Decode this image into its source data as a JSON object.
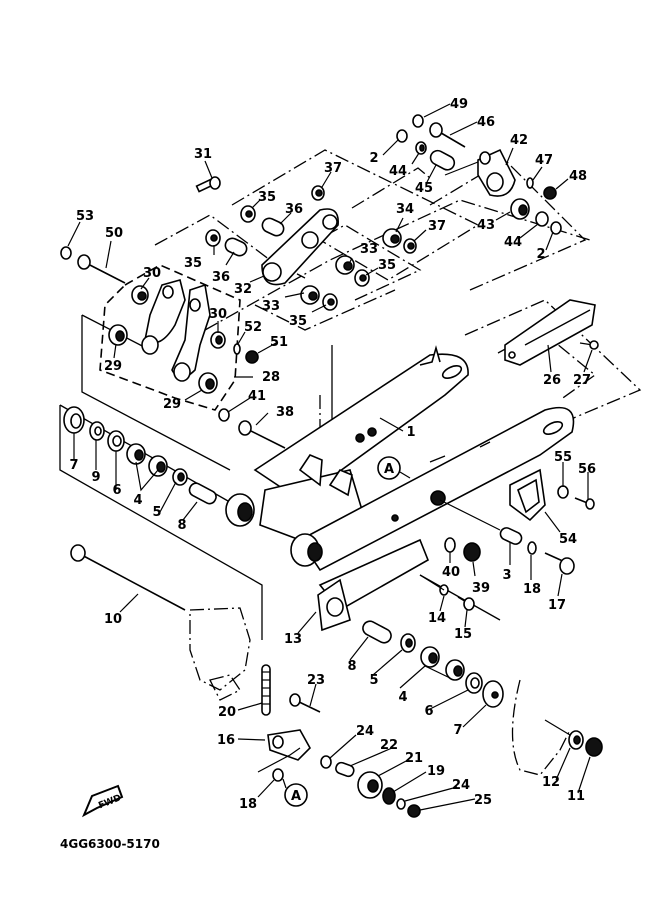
{
  "diagram": {
    "title": "Rear arm exploded parts diagram",
    "drawing_code": "4GG6300-5170",
    "direction_marker": "FWD",
    "reference_marker": "A"
  },
  "labels": [
    {
      "id": "1",
      "text": "1"
    },
    {
      "id": "2a",
      "text": "2"
    },
    {
      "id": "2b",
      "text": "2"
    },
    {
      "id": "3",
      "text": "3"
    },
    {
      "id": "4a",
      "text": "4"
    },
    {
      "id": "4b",
      "text": "4"
    },
    {
      "id": "5a",
      "text": "5"
    },
    {
      "id": "5b",
      "text": "5"
    },
    {
      "id": "6a",
      "text": "6"
    },
    {
      "id": "6b",
      "text": "6"
    },
    {
      "id": "7a",
      "text": "7"
    },
    {
      "id": "7b",
      "text": "7"
    },
    {
      "id": "8a",
      "text": "8"
    },
    {
      "id": "8b",
      "text": "8"
    },
    {
      "id": "9",
      "text": "9"
    },
    {
      "id": "10",
      "text": "10"
    },
    {
      "id": "11",
      "text": "11"
    },
    {
      "id": "12",
      "text": "12"
    },
    {
      "id": "13",
      "text": "13"
    },
    {
      "id": "14",
      "text": "14"
    },
    {
      "id": "15",
      "text": "15"
    },
    {
      "id": "16",
      "text": "16"
    },
    {
      "id": "17",
      "text": "17"
    },
    {
      "id": "18a",
      "text": "18"
    },
    {
      "id": "18b",
      "text": "18"
    },
    {
      "id": "19",
      "text": "19"
    },
    {
      "id": "20",
      "text": "20"
    },
    {
      "id": "21",
      "text": "21"
    },
    {
      "id": "22",
      "text": "22"
    },
    {
      "id": "23",
      "text": "23"
    },
    {
      "id": "24a",
      "text": "24"
    },
    {
      "id": "24b",
      "text": "24"
    },
    {
      "id": "25",
      "text": "25"
    },
    {
      "id": "26",
      "text": "26"
    },
    {
      "id": "27",
      "text": "27"
    },
    {
      "id": "28",
      "text": "28"
    },
    {
      "id": "29a",
      "text": "29"
    },
    {
      "id": "29b",
      "text": "29"
    },
    {
      "id": "30a",
      "text": "30"
    },
    {
      "id": "30b",
      "text": "30"
    },
    {
      "id": "31",
      "text": "31"
    },
    {
      "id": "32",
      "text": "32"
    },
    {
      "id": "33a",
      "text": "33"
    },
    {
      "id": "33b",
      "text": "33"
    },
    {
      "id": "34",
      "text": "34"
    },
    {
      "id": "35a",
      "text": "35"
    },
    {
      "id": "35b",
      "text": "35"
    },
    {
      "id": "35c",
      "text": "35"
    },
    {
      "id": "35d",
      "text": "35"
    },
    {
      "id": "36a",
      "text": "36"
    },
    {
      "id": "36b",
      "text": "36"
    },
    {
      "id": "37a",
      "text": "37"
    },
    {
      "id": "37b",
      "text": "37"
    },
    {
      "id": "38",
      "text": "38"
    },
    {
      "id": "39",
      "text": "39"
    },
    {
      "id": "40",
      "text": "40"
    },
    {
      "id": "41",
      "text": "41"
    },
    {
      "id": "42",
      "text": "42"
    },
    {
      "id": "43",
      "text": "43"
    },
    {
      "id": "44a",
      "text": "44"
    },
    {
      "id": "44b",
      "text": "44"
    },
    {
      "id": "45",
      "text": "45"
    },
    {
      "id": "46",
      "text": "46"
    },
    {
      "id": "47",
      "text": "47"
    },
    {
      "id": "48",
      "text": "48"
    },
    {
      "id": "49",
      "text": "49"
    },
    {
      "id": "50",
      "text": "50"
    },
    {
      "id": "51",
      "text": "51"
    },
    {
      "id": "52",
      "text": "52"
    },
    {
      "id": "53",
      "text": "53"
    },
    {
      "id": "54",
      "text": "54"
    },
    {
      "id": "55",
      "text": "55"
    },
    {
      "id": "56",
      "text": "56"
    }
  ]
}
